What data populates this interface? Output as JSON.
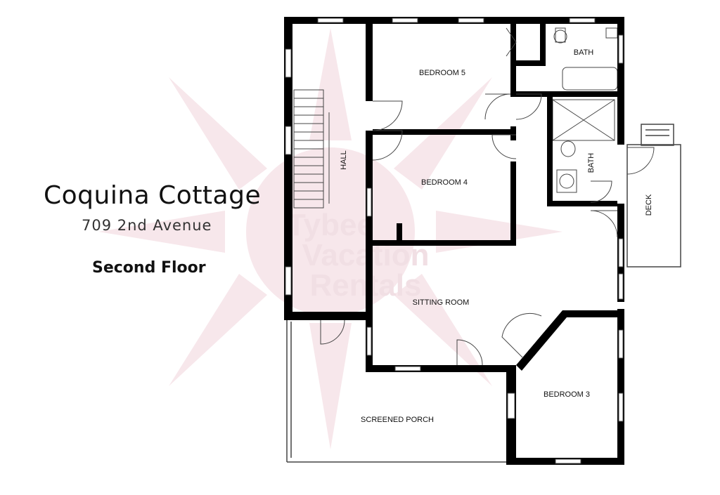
{
  "header": {
    "title": "Coquina Cottage",
    "address": "709 2nd Avenue",
    "floor": "Second Floor"
  },
  "watermark": {
    "line1": "Tybee",
    "line2": "Vacation",
    "line3": "Rentals",
    "color": "#f1dfe4"
  },
  "rooms": {
    "bedroom5": "BEDROOM 5",
    "bath_top": "BATH",
    "hall": "HALL",
    "bedroom4": "BEDROOM 4",
    "bath_middle": "BATH",
    "deck": "DECK",
    "sitting_room": "SITTING ROOM",
    "bedroom3": "BEDROOM 3",
    "screened_porch": "SCREENED PORCH"
  },
  "colors": {
    "wall": "#000000",
    "watermark_sun": "#f6e6ea"
  }
}
